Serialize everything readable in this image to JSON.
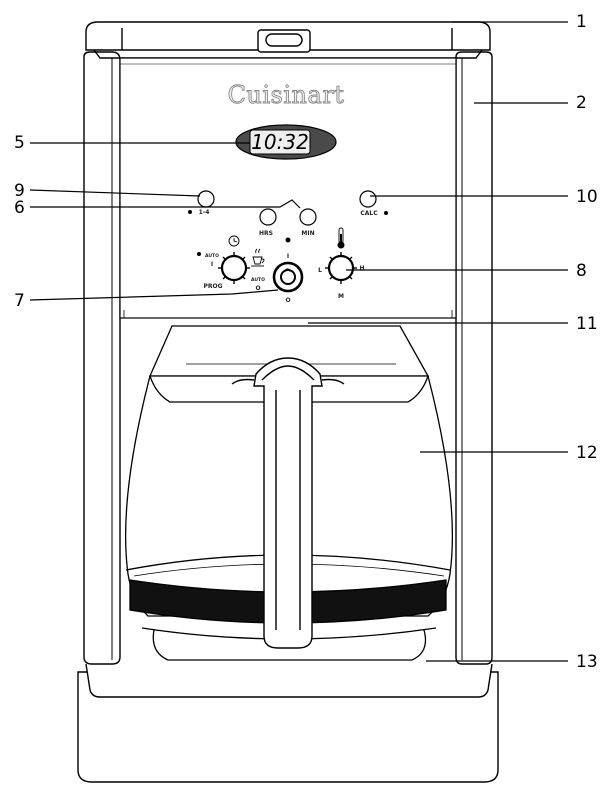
{
  "brand": "Cuisinart",
  "display": {
    "time": "10:32"
  },
  "panel": {
    "btn_1_4": "1-4",
    "btn_hrs": "HRS",
    "btn_min": "MIN",
    "btn_calc": "CALC",
    "prog": "PROG",
    "auto": "AUTO",
    "dial_on": "I",
    "dial_off": "O",
    "dial_auto": "AUTO",
    "power_on": "I",
    "power_off": "O",
    "temp_low": "L",
    "temp_high": "H",
    "temp_med": "M"
  },
  "callouts": {
    "c1": "1",
    "c2": "2",
    "c5": "5",
    "c9": "9",
    "c6": "6",
    "c10": "10",
    "c8": "8",
    "c7": "7",
    "c11": "11",
    "c12": "12",
    "c13": "13"
  },
  "colors": {
    "line": "#000000",
    "band": "#111111",
    "display_fill": "#4a4a4a",
    "display_screen": "#eeeeee"
  }
}
